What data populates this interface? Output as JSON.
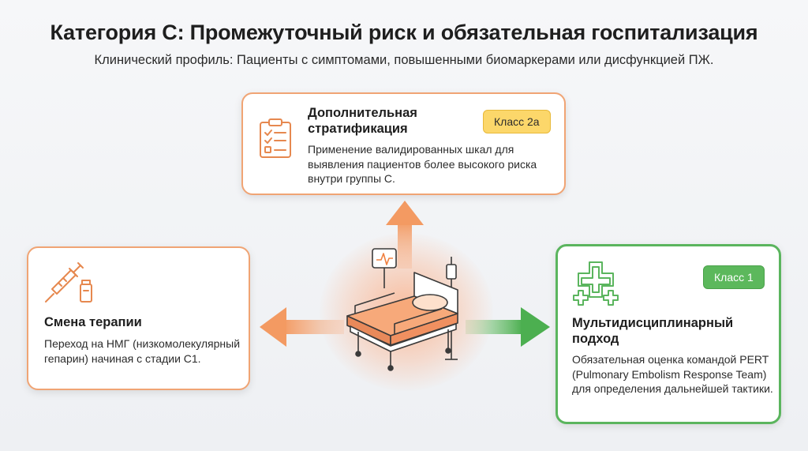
{
  "header": {
    "title": "Категория C: Промежуточный риск и обязательная госпитализация",
    "subtitle": "Клинический профиль: Пациенты с симптомами, повышенными биомаркерами или дисфункцией ПЖ."
  },
  "cards": {
    "top": {
      "title": "Дополнительная стратификация",
      "badge": "Класс 2a",
      "text": "Применение валидированных шкал для выявления пациентов более высокого риска внутри группы С.",
      "icon": "clipboard-checklist-icon"
    },
    "left": {
      "title": "Смена терапии",
      "text": "Переход на НМГ (низкомолекулярный гепарин) начиная с стадии C1.",
      "icon": "syringe-vial-icon"
    },
    "right": {
      "title": "Мультидисциплинарный подход",
      "badge": "Класс 1",
      "text": "Обязательная оценка командой PERT (Pulmonary Embolism Response Team) для определения дальнейшей тактики.",
      "icon": "medical-crosses-icon"
    }
  },
  "colors": {
    "orange_accent": "#f39a62",
    "green_accent": "#5bb55e",
    "yellow_badge": "#fcd76a"
  },
  "center_image": "hospital-bed-icon"
}
